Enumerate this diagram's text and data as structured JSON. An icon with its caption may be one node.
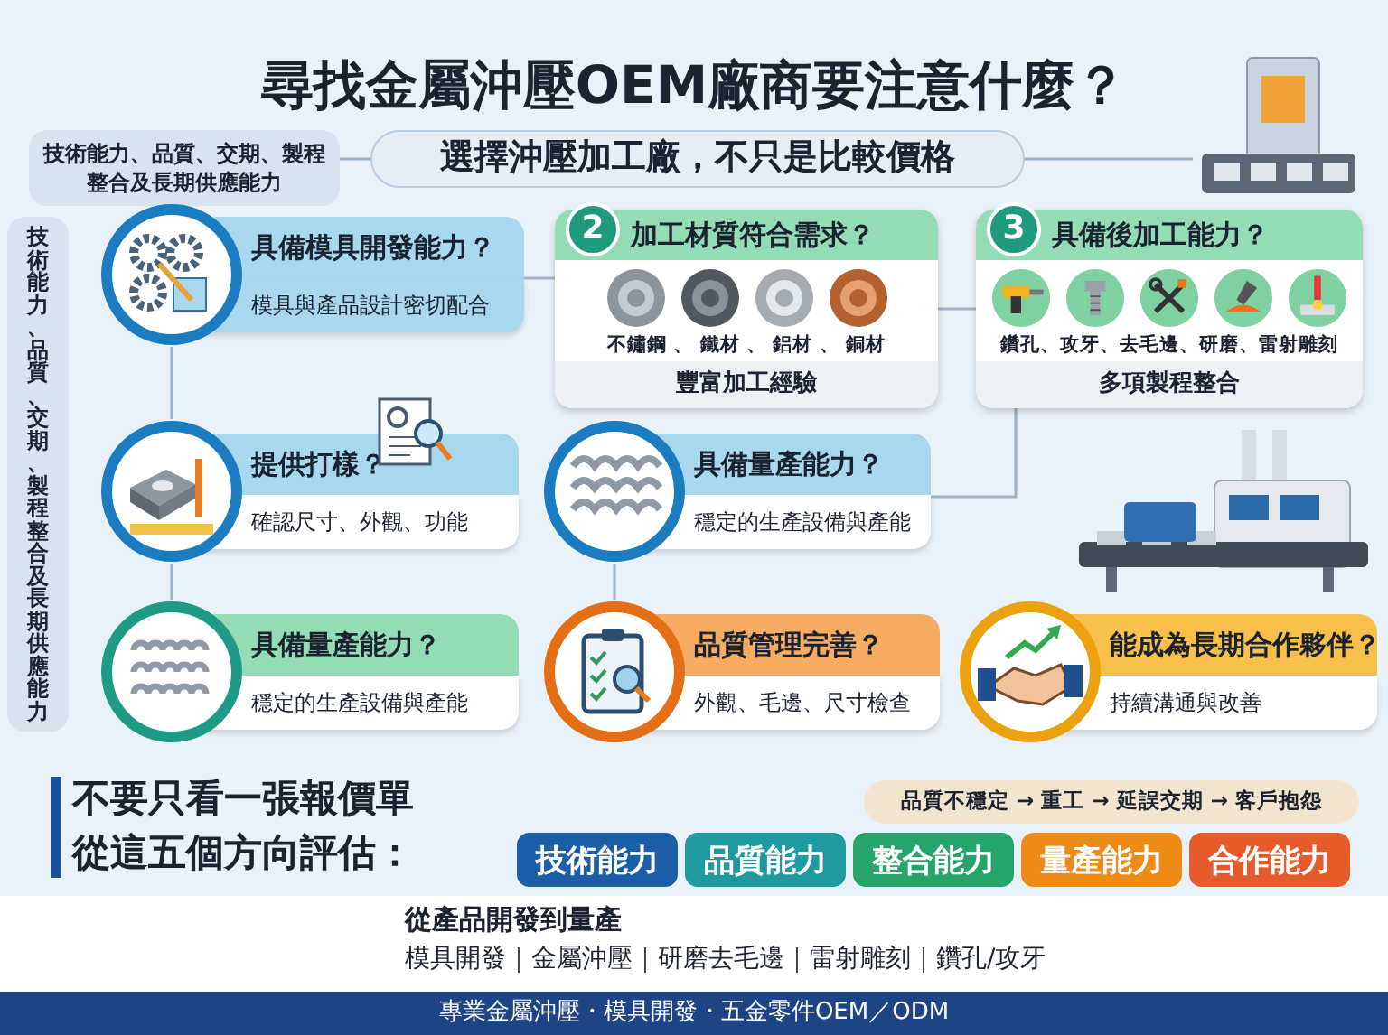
{
  "diagram": {
    "title": "尋找**金屬沖壓OEM廠商**要注意什麼？",
    "nodes": [
      {
        "text": [
          "技術能力、品質、交期、製程整合及長期供應能力"
        ]
      },
      {
        "text": [
          "選擇沖壓加工廠，不只是比較價格"
        ]
      },
      {
        "text": [
          "技術能力、品質、交期、製程整合及長期供應能力"
        ]
      },
      {
        "text": [
          "具備模具開發能力？",
          "模具與產品設計密切配合"
        ]
      },
      {
        "text": [
          "2",
          "加工材質符合需求？",
          "不鏽鋼 、 鐵材 、 鋁材 、 銅材",
          "豐富加工經驗"
        ]
      },
      {
        "text": [
          "3",
          "具備後加工能力？",
          "鑽孔、攻牙、去毛邊、研磨、雷射雕刻",
          "多項製程整合"
        ]
      },
      {
        "text": [
          "提供打樣？",
          "確認尺寸、外觀、功能"
        ]
      },
      {
        "text": [
          "具備量產能力？",
          "穩定的生產設備與產能"
        ]
      },
      {
        "text": [
          "具備量產能力？",
          "穩定的生產設備與產能"
        ]
      },
      {
        "text": [
          "品質管理完善？",
          "外觀、毛邊、尺寸檢查"
        ]
      },
      {
        "text": [
          "能成為長期合作夥伴？",
          "持續溝通與改善"
        ]
      },
      {
        "text": [
          "品質不穩定 → 重工 → 延誤交期 → 客戶抱怨"
        ]
      },
      {
        "text": [
          "技術能力"
        ]
      },
      {
        "text": [
          "品質能力"
        ]
      },
      {
        "text": [
          "整合能力"
        ]
      },
      {
        "text": [
          "量產能力"
        ]
      },
      {
        "text": [
          "合作能力"
        ]
      },
      {
        "text": [],
        "shape": "picture"
      }
    ],
    "edges": [
      {
        "from": 0,
        "to": 1,
        "arrow": "none"
      },
      {
        "from": 1,
        "to": 17,
        "arrow": "none"
      },
      {
        "from": 3,
        "to": 4,
        "arrow": "none"
      },
      {
        "from": 4,
        "to": 5,
        "arrow": "none"
      },
      {
        "from": 3,
        "to": 6,
        "arrow": "none"
      },
      {
        "from": 6,
        "to": 8,
        "arrow": "none"
      },
      {
        "from": 7,
        "to": 5,
        "arrow": "none"
      },
      {
        "from": 7,
        "to": 9,
        "arrow": "none"
      }
    ],
    "labels": [
      "不要只看一張報價單",
      "從這五個方向評估：",
      "從產品開發到量產",
      "模具開發｜金屬沖壓｜研磨去毛邊｜雷射雕刻｜鑽孔/攻牙",
      "專業金屬沖壓・模具開發・五金零件OEM／ODM"
    ]
  }
}
